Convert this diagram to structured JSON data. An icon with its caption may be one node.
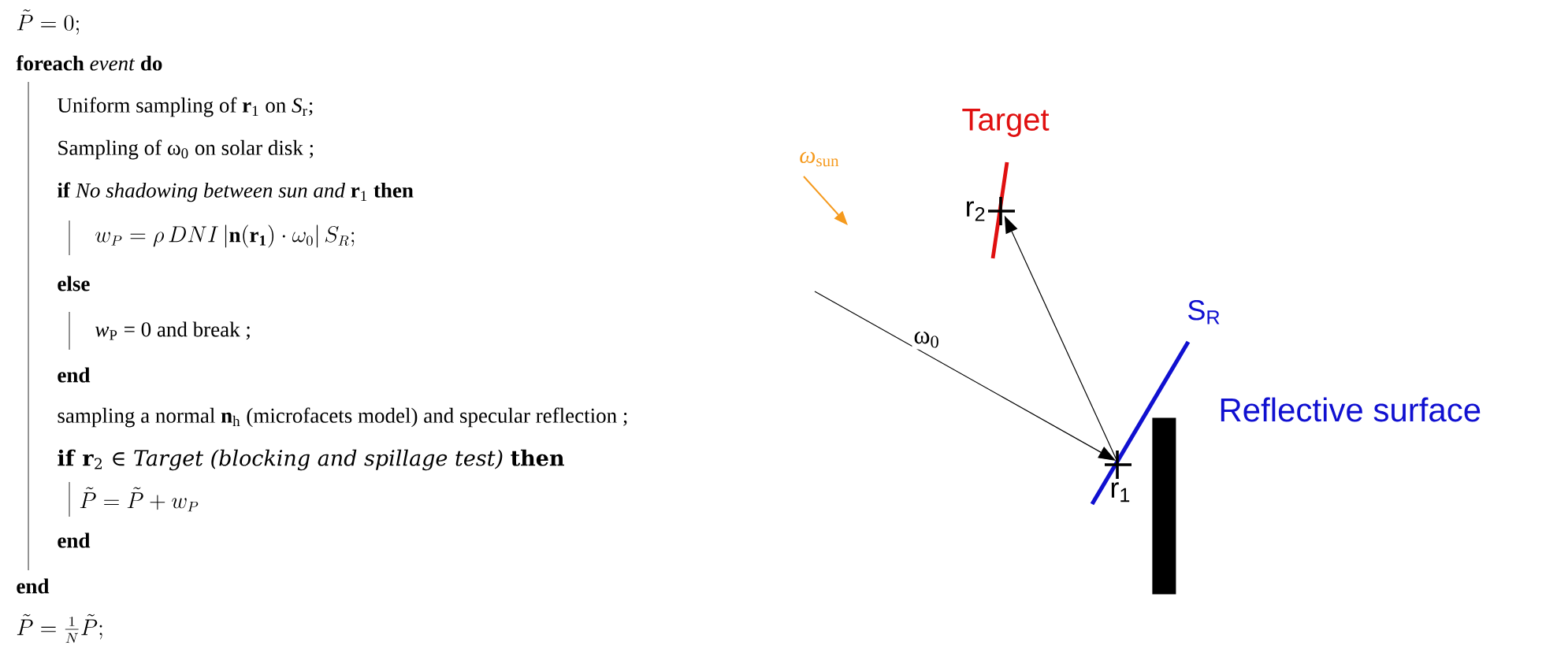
{
  "diagram": {
    "nodes": [
      {
        "text": [
          "Target"
        ]
      },
      {
        "text": [
          "r$_{2}$"
        ],
        "in": 0
      },
      {
        "text": [
          "S$_{R}$",
          "Reflective surface"
        ]
      },
      {
        "text": [
          "r$_{1}$"
        ],
        "in": 2
      },
      {
        "text": [],
        "shape": "bar"
      }
    ],
    "edges": [
      {
        "from": null,
        "to": 3,
        "arrow": "to",
        "label": "ω$_{0}$"
      },
      {
        "from": 3,
        "to": 1,
        "arrow": "to"
      }
    ],
    "labels": [
      "\\tilde{P} = 0;",
      "**foreach** *event* **do**",
      "Uniform sampling of **r**$_{1}$ on *S*$_{r}$;",
      "Sampling of ω$_{0}$ on solar disk ;",
      "**if** *No shadowing between sun and* **r**$_{1}$ **then**",
      "w_P = \\rho\\, DNI\\, |\\mathbf{n}(\\mathbf{r_1})\\cdot\\omega_0|\\, S_R ;",
      "**else**",
      "*w*$_{P}$ = 0 and break ;",
      "**end**",
      "sampling a normal **n**$_{h}$ (microfacets model) and specular reflection ;",
      "**if** **r**$_{2}$ ∈ *Target (blocking and spillage test)* **then**",
      "\\tilde{P} = \\tilde{P} + w_P",
      "**end**",
      "**end**",
      "\\tilde{P} = \\frac{1}{N}\\tilde{P};",
      "*ω*$_{sun}$"
    ]
  }
}
